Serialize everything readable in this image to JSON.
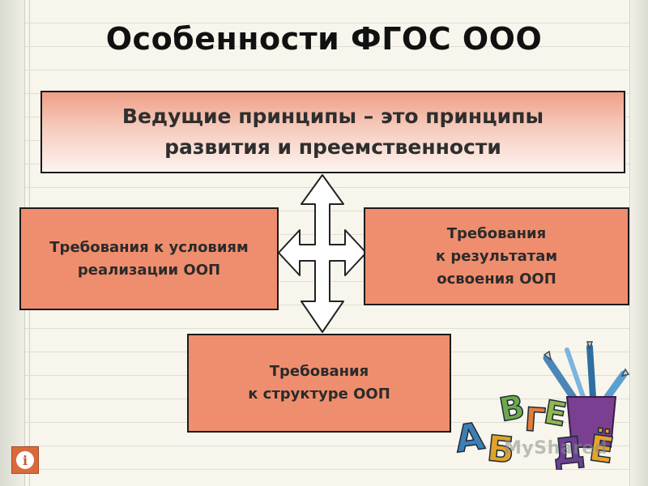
{
  "slide": {
    "title": "Особенности ФГОС ООО",
    "principles": "Ведущие принципы – это принципы\nразвития и преемственности",
    "req_conditions": "Требования к условиям\nреализации ООП",
    "req_results": "Требования\nк результатам\nосвоения ООП",
    "req_structure": "Требования\nк структуре ООП"
  },
  "decoration": {
    "letters": [
      "А",
      "Б",
      "В",
      "Г",
      "Е",
      "Д",
      "Ё"
    ],
    "watermark": "MyShared"
  },
  "controls": {
    "info_icon": "info-icon",
    "info_glyph": "i"
  },
  "colors": {
    "box_fill": "#ef8e6e",
    "box_gradient_top": "#ee9f86",
    "box_border": "#1a1a1a",
    "paper": "#f7f5ec"
  }
}
